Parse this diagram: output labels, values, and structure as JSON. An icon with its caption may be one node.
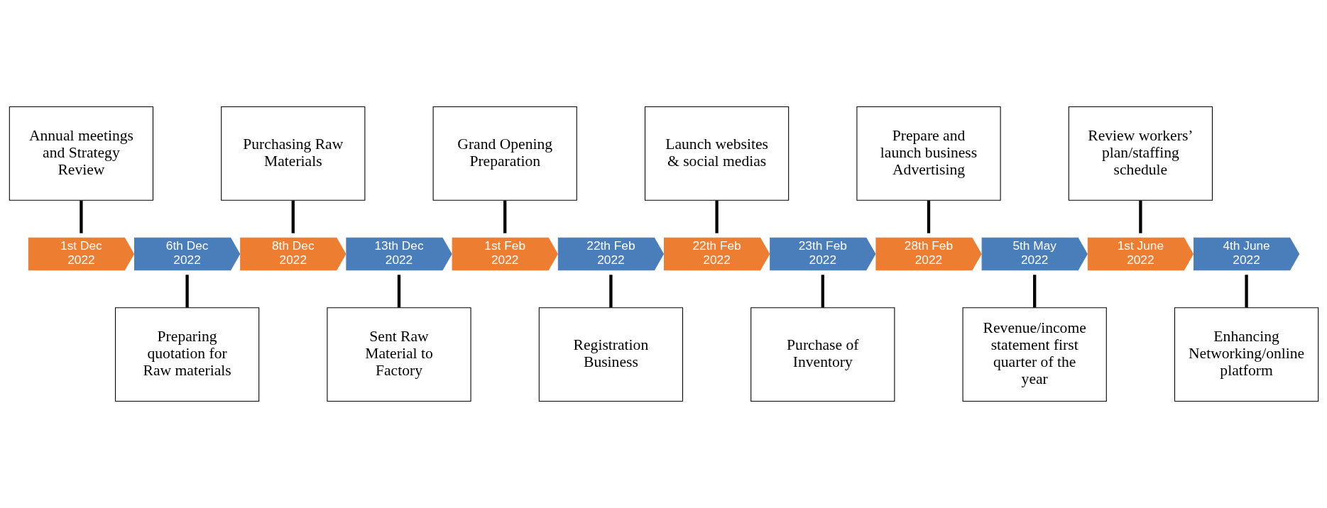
{
  "diagram": {
    "nodes": [
      {
        "text": [
          "Annual meetings and Strategy Review"
        ]
      },
      {
        "text": [
          "Purchasing Raw Materials"
        ]
      },
      {
        "text": [
          "Grand Opening Preparation"
        ]
      },
      {
        "text": [
          "Launch websites & social medias"
        ]
      },
      {
        "text": [
          "Prepare and launch business Advertising"
        ]
      },
      {
        "text": [
          "Review workers’ plan/staffing schedule"
        ]
      },
      {
        "text": [
          "1st Dec 2022"
        ]
      },
      {
        "text": [
          "6th Dec 2022"
        ]
      },
      {
        "text": [
          "8th Dec 2022"
        ]
      },
      {
        "text": [
          "13th Dec 2022"
        ]
      },
      {
        "text": [
          "1st Feb 2022"
        ]
      },
      {
        "text": [
          "22th Feb 2022"
        ]
      },
      {
        "text": [
          "22th Feb 2022"
        ]
      },
      {
        "text": [
          "23th Feb 2022"
        ]
      },
      {
        "text": [
          "28th Feb 2022"
        ]
      },
      {
        "text": [
          "5th May 2022"
        ]
      },
      {
        "text": [
          "1st June 2022"
        ]
      },
      {
        "text": [
          "4th June 2022"
        ]
      },
      {
        "text": [
          "Preparing quotation for Raw materials"
        ]
      },
      {
        "text": [
          "Sent Raw Material to Factory"
        ]
      },
      {
        "text": [
          "Registration Business"
        ]
      },
      {
        "text": [
          "Purchase of Inventory"
        ]
      },
      {
        "text": [
          "Revenue/income statement first quarter of the year"
        ]
      },
      {
        "text": [
          "Enhancing Networking/online platform"
        ]
      }
    ],
    "edges": [
      {
        "from": 0,
        "to": 6,
        "arrow": "none"
      },
      {
        "from": 1,
        "to": 8,
        "arrow": "none"
      },
      {
        "from": 2,
        "to": 10,
        "arrow": "none"
      },
      {
        "from": 3,
        "to": 12,
        "arrow": "none"
      },
      {
        "from": 4,
        "to": 14,
        "arrow": "none"
      },
      {
        "from": 5,
        "to": 16,
        "arrow": "none"
      },
      {
        "from": 7,
        "to": 18,
        "arrow": "none"
      },
      {
        "from": 9,
        "to": 19,
        "arrow": "none"
      },
      {
        "from": 11,
        "to": 20,
        "arrow": "none"
      },
      {
        "from": 13,
        "to": 21,
        "arrow": "none"
      },
      {
        "from": 15,
        "to": 22,
        "arrow": "none"
      },
      {
        "from": 17,
        "to": 23,
        "arrow": "none"
      }
    ]
  }
}
